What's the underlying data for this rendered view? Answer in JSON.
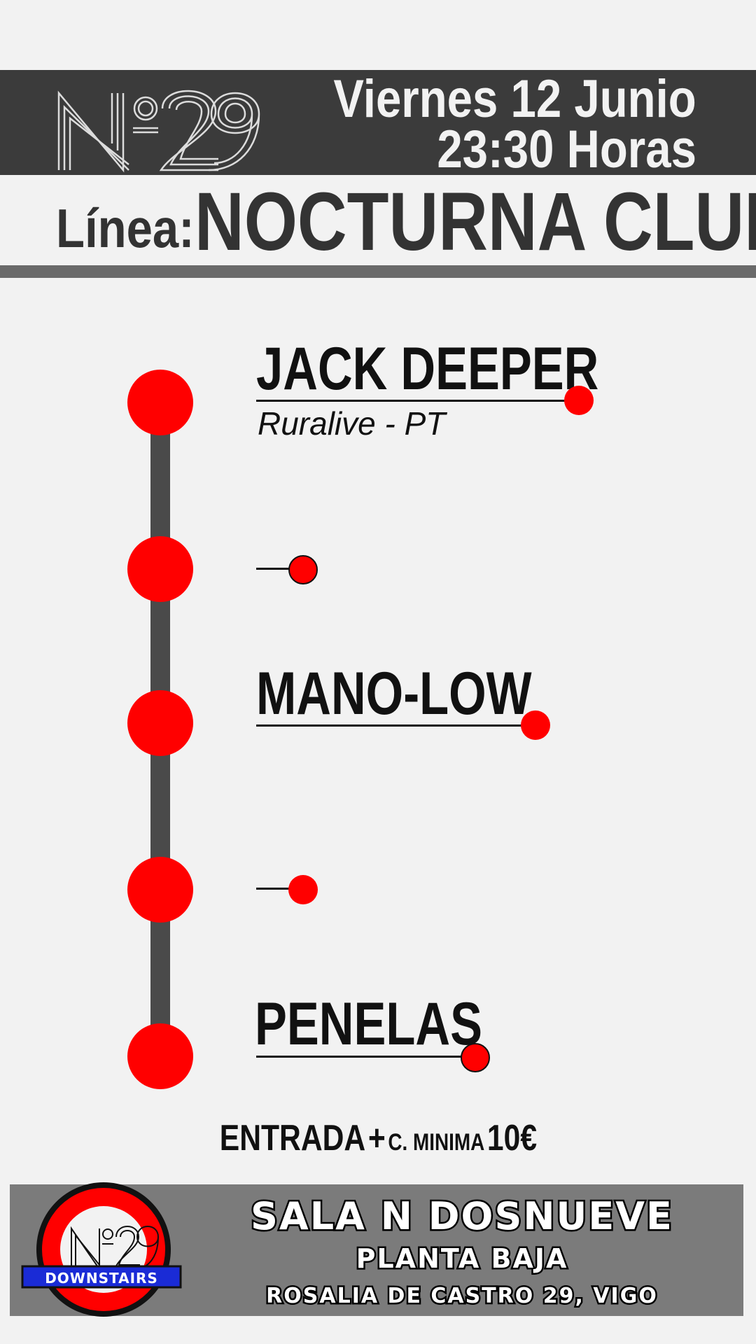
{
  "header": {
    "date_line1": "Viernes 12 Junio",
    "date_line2": "23:30 Horas"
  },
  "logo": {
    "text": "Nº29",
    "badge_text": "DOWNSTAIRS"
  },
  "title": {
    "prefix": "Línea:",
    "main": "NOCTURNA CLUB"
  },
  "lineup": [
    {
      "name": "JACK DEEPER",
      "subtitle": "Ruralive - PT"
    },
    {
      "name": "",
      "subtitle": ""
    },
    {
      "name": "MANO-LOW",
      "subtitle": ""
    },
    {
      "name": "",
      "subtitle": ""
    },
    {
      "name": "PENELAS",
      "subtitle": ""
    }
  ],
  "price": {
    "part1": "ENTRADA",
    "plus": "+",
    "part2": "C. MINIMA",
    "amount": "10€"
  },
  "footer": {
    "venue": "SALA N DOSNUEVE",
    "floor": "PLANTA BAJA",
    "address": "ROSALIA DE CASTRO 29, VIGO"
  },
  "colors": {
    "accent": "#ff0000",
    "header_bg": "#3b3b3b",
    "page_bg": "#f2f2f2",
    "footer_bg": "#7b7b7b"
  }
}
